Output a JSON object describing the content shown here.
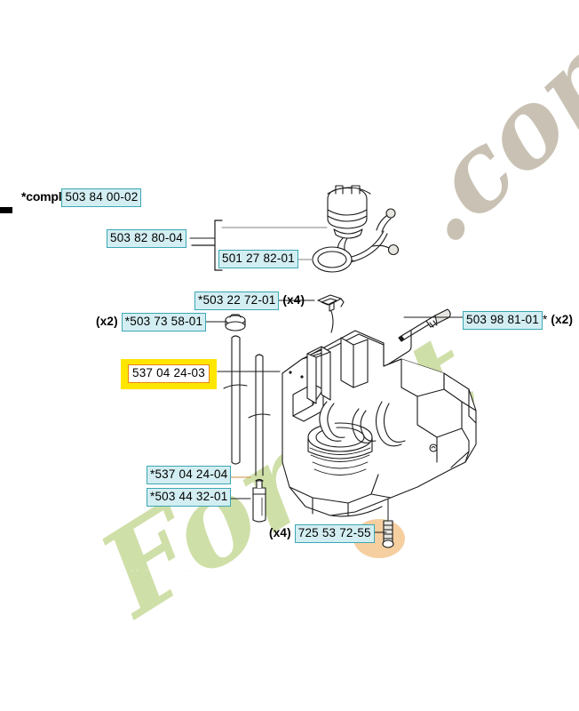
{
  "diagram": {
    "title_prefix": "*compl",
    "watermark": {
      "main": "Forest",
      "suffix": ".com",
      "ghost": "·  ··   ·· ·    ·     ··   ··· ··   ·"
    },
    "colors": {
      "label_fill": "#d3eef2",
      "label_border": "#3ba7b4",
      "highlight_fill": "#ffe600",
      "highlight_border": "#e8820c",
      "watermark_green": "#cfdfa8",
      "watermark_taupe": "#c9c2b4",
      "line": "#1a1a1a"
    },
    "labels": [
      {
        "id": "compl-assembly",
        "name": "fuel-tank-complete",
        "part": "503 84 00-02",
        "prefix": "*compl",
        "qty": "",
        "star_before": false,
        "star_after": false,
        "highlight": false
      },
      {
        "id": "cap-assembly",
        "name": "fuel-cap-assembly",
        "part": "503 82 80-04",
        "prefix": "",
        "qty": "",
        "star_before": false,
        "star_after": false,
        "highlight": false
      },
      {
        "id": "o-ring",
        "name": "o-ring",
        "part": "501 27 82-01",
        "prefix": "",
        "qty": "",
        "star_before": false,
        "star_after": false,
        "highlight": false
      },
      {
        "id": "screw-clip",
        "name": "screw-clip",
        "part": "503 22 72-01",
        "prefix": "",
        "qty": "(x4)",
        "star_before": true,
        "star_after": false,
        "highlight": false
      },
      {
        "id": "grommet",
        "name": "fuel-hose-grommet",
        "part": "503 73 58-01",
        "prefix": "",
        "qty": "(x2)",
        "star_before": true,
        "star_after": false,
        "highlight": false
      },
      {
        "id": "fuel-hose-main",
        "name": "fuel-hose",
        "part": "537 04 24-03",
        "prefix": "",
        "qty": "",
        "star_before": false,
        "star_after": false,
        "highlight": true
      },
      {
        "id": "fuel-hose-second",
        "name": "fuel-hose-secondary",
        "part": "537 04 24-04",
        "prefix": "",
        "qty": "",
        "star_before": true,
        "star_after": false,
        "highlight": false
      },
      {
        "id": "fuel-filter",
        "name": "fuel-filter",
        "part": "503 44 32-01",
        "prefix": "",
        "qty": "",
        "star_before": true,
        "star_after": false,
        "highlight": false
      },
      {
        "id": "long-screw",
        "name": "long-screw",
        "part": "503 98 81-01",
        "prefix": "",
        "qty": "(x2)",
        "star_before": false,
        "star_after": true,
        "highlight": false
      },
      {
        "id": "bottom-screw",
        "name": "housing-screw",
        "part": "725 53 72-55",
        "prefix": "",
        "qty": "(x4)",
        "star_before": false,
        "star_after": false,
        "highlight": false
      }
    ]
  }
}
